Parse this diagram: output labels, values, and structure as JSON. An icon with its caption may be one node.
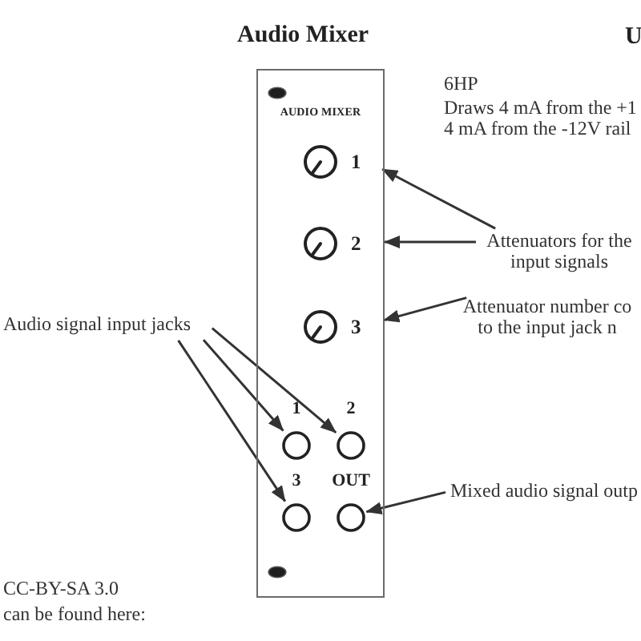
{
  "diagram": {
    "title": "Audio Mixer",
    "nodes": [
      {
        "text": [
          "AUDIO MIXER"
        ]
      },
      {
        "text": [],
        "shape": "circle",
        "beside": [
          "1"
        ],
        "in": 0
      },
      {
        "text": [],
        "shape": "circle",
        "beside": [
          "2"
        ],
        "in": 0
      },
      {
        "text": [],
        "shape": "circle",
        "beside": [
          "3"
        ],
        "in": 0
      },
      {
        "text": [],
        "shape": "circle",
        "beside": [
          "1"
        ],
        "in": 0
      },
      {
        "text": [],
        "shape": "circle",
        "beside": [
          "2"
        ],
        "in": 0
      },
      {
        "text": [],
        "shape": "circle",
        "beside": [
          "3"
        ],
        "in": 0
      },
      {
        "text": [],
        "shape": "circle",
        "beside": [
          "OUT"
        ],
        "in": 0
      },
      {
        "text": [
          "Attenuators for the input signals"
        ]
      },
      {
        "text": [
          "Attenuator number co to the input jack n"
        ]
      },
      {
        "text": [
          "Audio signal input jacks"
        ]
      },
      {
        "text": [
          "Mixed audio signal outp"
        ]
      }
    ],
    "edges": [
      {
        "from": 8,
        "to": 1,
        "arrow": "to"
      },
      {
        "from": 8,
        "to": 2,
        "arrow": "to"
      },
      {
        "from": 9,
        "to": 3,
        "arrow": "to"
      },
      {
        "from": 10,
        "to": 5,
        "arrow": "to"
      },
      {
        "from": 10,
        "to": 4,
        "arrow": "to"
      },
      {
        "from": 10,
        "to": 6,
        "arrow": "to"
      },
      {
        "from": 11,
        "to": 7,
        "arrow": "to"
      }
    ],
    "labels": [
      "U",
      "6HP",
      "Draws 4 mA from the +1",
      "4 mA from the -12V rail",
      "CC-BY-SA 3.0",
      "can be found here:"
    ]
  }
}
